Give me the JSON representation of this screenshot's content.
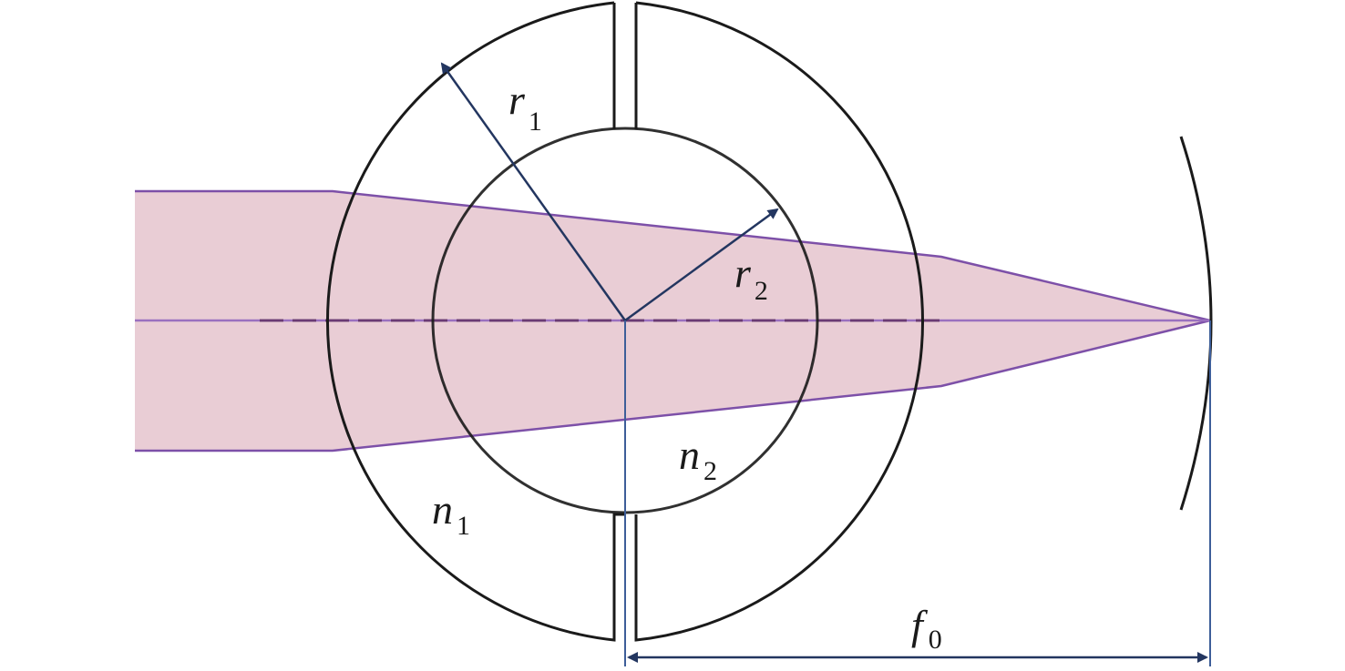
{
  "labels": {
    "r1": {
      "main": "r",
      "sub": "1"
    },
    "r2": {
      "main": "r",
      "sub": "2"
    },
    "n1": {
      "main": "n",
      "sub": "1"
    },
    "n2": {
      "main": "n",
      "sub": "2"
    },
    "f0": {
      "main": "f",
      "sub": "0"
    }
  },
  "colors": {
    "beam_fill": "#e9cdd5",
    "beam_edge": "#7d50a8",
    "lens_outline": "#1a1a1a",
    "arrow": "#233660",
    "guide_line": "#3d5e99"
  }
}
